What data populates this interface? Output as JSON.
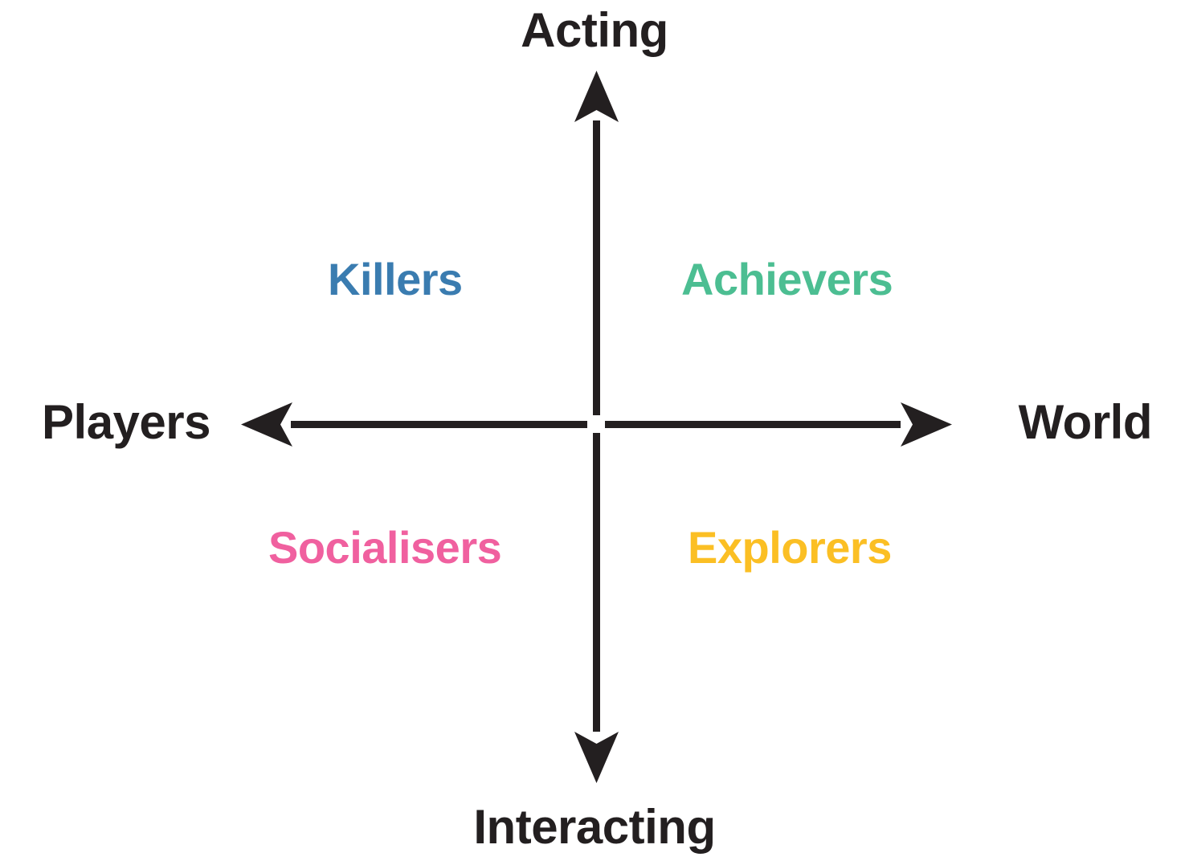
{
  "diagram": {
    "type": "bartle-player-types-quadrant",
    "background_color": "#FFFFFF",
    "axis_color": "#231F20",
    "axes": {
      "vertical": {
        "top_label": "Acting",
        "bottom_label": "Interacting"
      },
      "horizontal": {
        "left_label": "Players",
        "right_label": "World"
      }
    },
    "quadrants": [
      {
        "label": "Killers",
        "color": "#3A7CB0",
        "position": "top-left",
        "axis_x": "Players",
        "axis_y": "Acting"
      },
      {
        "label": "Achievers",
        "color": "#4CBE92",
        "position": "top-right",
        "axis_x": "World",
        "axis_y": "Acting"
      },
      {
        "label": "Socialisers",
        "color": "#F0609F",
        "position": "bottom-left",
        "axis_x": "Players",
        "axis_y": "Interacting"
      },
      {
        "label": "Explorers",
        "color": "#FBBF24",
        "position": "bottom-right",
        "axis_x": "World",
        "axis_y": "Interacting"
      }
    ]
  },
  "chart_data": {
    "type": "scatter",
    "title": "",
    "xlabel": "",
    "ylabel": "",
    "x_axis_left": "Players",
    "x_axis_right": "World",
    "y_axis_top": "Acting",
    "y_axis_bottom": "Interacting",
    "xlim": [
      -1,
      1
    ],
    "ylim": [
      -1,
      1
    ],
    "grid": false,
    "legend": "none",
    "categories": [
      "Killers",
      "Achievers",
      "Socialisers",
      "Explorers"
    ],
    "points": [
      {
        "label": "Killers",
        "x": -0.38,
        "y": 0.55,
        "color": "#3A7CB0"
      },
      {
        "label": "Achievers",
        "x": 0.38,
        "y": 0.55,
        "color": "#4CBE92"
      },
      {
        "label": "Socialisers",
        "x": -0.44,
        "y": -0.4,
        "color": "#F0609F"
      },
      {
        "label": "Explorers",
        "x": 0.38,
        "y": -0.4,
        "color": "#FBBF24"
      }
    ],
    "annotations": [
      "Acting",
      "Interacting",
      "Players",
      "World"
    ]
  }
}
